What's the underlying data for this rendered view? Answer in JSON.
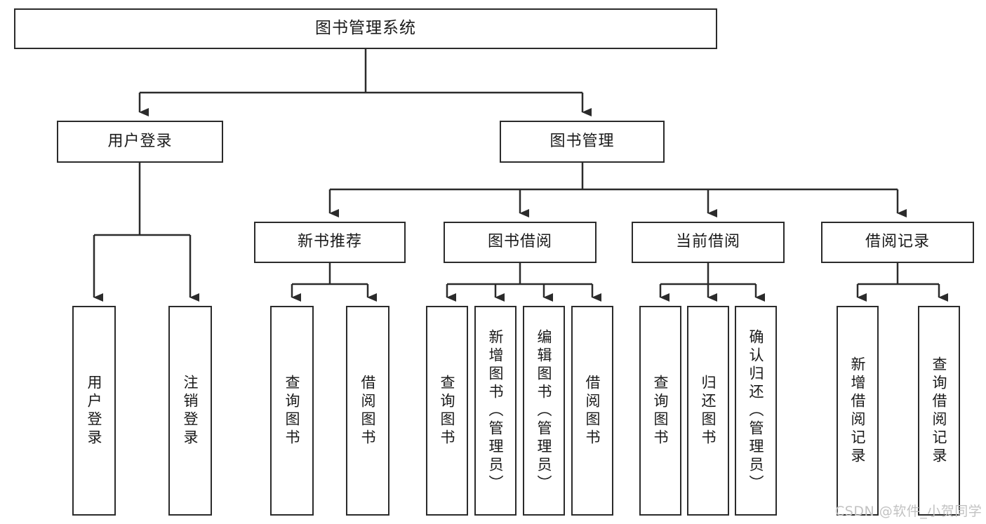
{
  "diagram": {
    "title": "图书管理系统",
    "type": "tree-hierarchy-chart",
    "root": {
      "label": "图书管理系统"
    },
    "level1": [
      {
        "label": "用户登录"
      },
      {
        "label": "图书管理"
      }
    ],
    "level2": [
      {
        "label": "新书推荐"
      },
      {
        "label": "图书借阅"
      },
      {
        "label": "当前借阅"
      },
      {
        "label": "借阅记录"
      }
    ],
    "leaves": {
      "user_login": [
        {
          "label": "用户登录"
        },
        {
          "label": "注销登录"
        }
      ],
      "new_book": [
        {
          "label": "查询图书"
        },
        {
          "label": "借阅图书"
        }
      ],
      "book_borrow": [
        {
          "label": "查询图书"
        },
        {
          "label": "新增图书（管理员）"
        },
        {
          "label": "编辑图书（管理员）"
        },
        {
          "label": "借阅图书"
        }
      ],
      "current_borrow": [
        {
          "label": "查询图书"
        },
        {
          "label": "归还图书"
        },
        {
          "label": "确认归还（管理员）"
        }
      ],
      "borrow_record": [
        {
          "label": "新增借阅记录"
        },
        {
          "label": "查询借阅记录"
        }
      ]
    }
  },
  "watermark": {
    "text": "CSDN @软件_小贺同学"
  },
  "colors": {
    "stroke": "#2b2b2b",
    "fill": "#ffffff",
    "text": "#1a1a1a",
    "watermark": "#c2c2c2"
  }
}
